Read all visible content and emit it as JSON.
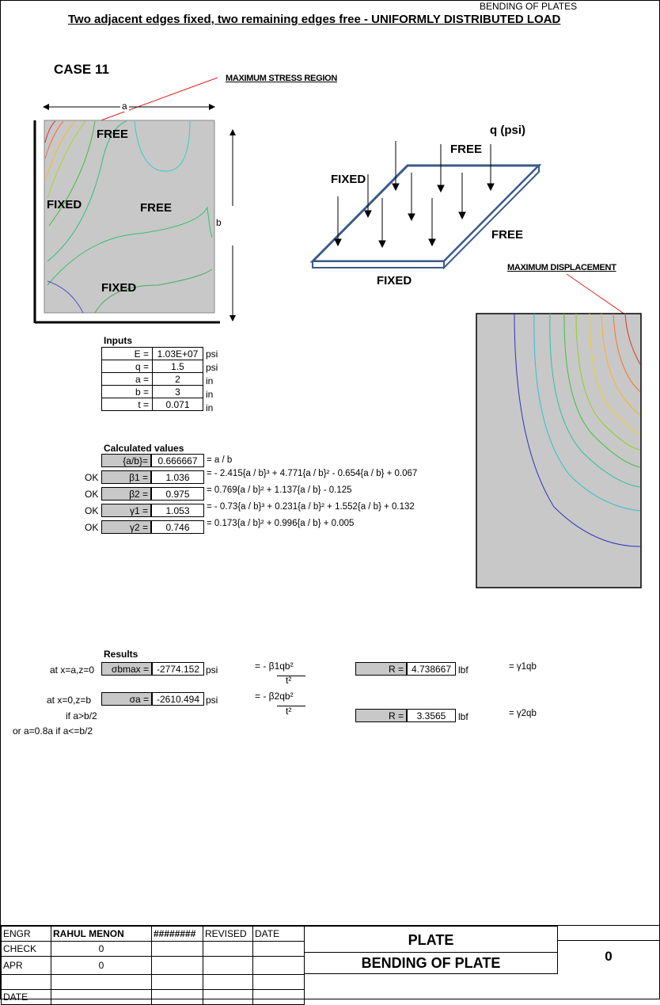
{
  "header": {
    "sheet": "BENDING OF PLATES",
    "title": "Two adjacent edges fixed, two remaining edges free - UNIFORMLY DISTRIBUTED LOAD"
  },
  "case_label": "CASE 11",
  "callouts": {
    "max_stress": "MAXIMUM STRESS REGION",
    "max_disp": "MAXIMUM DISPLACEMENT"
  },
  "plate_diagram": {
    "dim_a": "a",
    "dim_b": "b",
    "labels": [
      "FREE",
      "FIXED",
      "FREE",
      "FIXED"
    ]
  },
  "iso_diagram": {
    "load": "q (psi)",
    "labels": [
      "FREE",
      "FIXED",
      "FREE",
      "FIXED"
    ]
  },
  "inputs": {
    "title": "Inputs",
    "rows": [
      {
        "label": "E =",
        "value": "1.03E+07",
        "unit": "psi"
      },
      {
        "label": "q =",
        "value": "1.5",
        "unit": "psi"
      },
      {
        "label": "a =",
        "value": "2",
        "unit": "in"
      },
      {
        "label": "b =",
        "value": "3",
        "unit": "in"
      },
      {
        "label": "t =",
        "value": "0.071",
        "unit": "in"
      }
    ]
  },
  "calculated": {
    "title": "Calculated values",
    "rows": [
      {
        "ok": "",
        "label": "{a/b}=",
        "value": "0.666667",
        "eq": "= a / b"
      },
      {
        "ok": "OK",
        "label": "β1 =",
        "value": "1.036",
        "eq": "=  - 2.415{a / b}³ + 4.771{a / b}² - 0.654{a / b} + 0.067"
      },
      {
        "ok": "OK",
        "label": "β2 =",
        "value": "0.975",
        "eq": "= 0.769{a / b}² + 1.137{a / b} - 0.125"
      },
      {
        "ok": "OK",
        "label": "γ1 =",
        "value": "1.053",
        "eq": "=  - 0.73{a / b}³ + 0.231{a / b}² + 1.552{a / b} + 0.132"
      },
      {
        "ok": "OK",
        "label": "γ2 =",
        "value": "0.746",
        "eq": "= 0.173{a / b}² + 0.996{a / b} + 0.005"
      }
    ]
  },
  "results": {
    "title": "Results",
    "row1": {
      "loc": "at x=a,z=0",
      "label": "σbmax =",
      "value": "-2774.152",
      "unit": "psi",
      "num": "=  -  β1qb²",
      "den": "t²",
      "r_label": "R =",
      "r_value": "4.738667",
      "r_unit": "lbf",
      "r_eq": "= γ1qb"
    },
    "row2": {
      "loc": "at x=0,z=b",
      "label": "σa =",
      "value": "-2610.494",
      "unit": "psi",
      "num": "=  -  β2qb²",
      "den": "t²",
      "r_label": "R =",
      "r_value": "3.3565",
      "r_unit": "lbf",
      "r_eq": "= γ2qb"
    },
    "note1": "if a>b/2",
    "note2": "or a=0.8a if a<=b/2"
  },
  "title_block": {
    "engr": "ENGR",
    "engr_name": "RAHUL MENON",
    "hash": "########",
    "revised": "REVISED",
    "date_col": "DATE",
    "check": "CHECK",
    "check_val": "0",
    "apr": "APR",
    "apr_val": "0",
    "date": "DATE",
    "plate": "PLATE",
    "bending": "BENDING OF PLATE",
    "rev_no": "0"
  }
}
